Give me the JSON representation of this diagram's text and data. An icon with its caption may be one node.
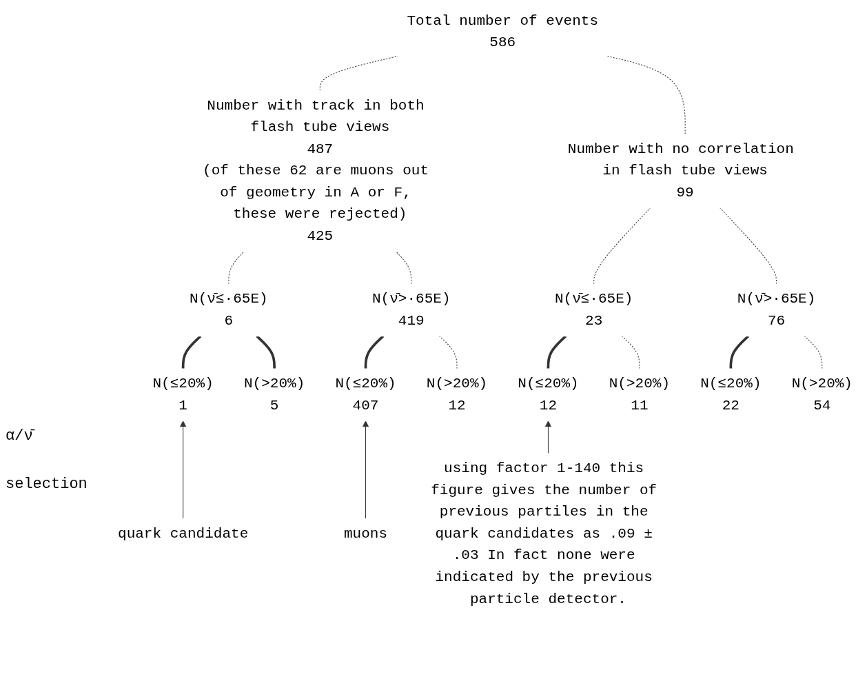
{
  "diagram": {
    "nodes": [
      {
        "text": [
          "Total number of events",
          "586"
        ]
      },
      {
        "text": [
          "Number with track in both flash tube views",
          "487",
          "(of these 62 are muons out of geometry in A or F, these were rejected)",
          "425"
        ]
      },
      {
        "text": [
          "Number with no correlation in flash tube views",
          "99"
        ]
      },
      {
        "text": [
          "N(ν̄≤·65E)",
          "6"
        ]
      },
      {
        "text": [
          "N(ν̄>·65E)",
          "419"
        ]
      },
      {
        "text": [
          "N(ν̄≤·65E)",
          "23"
        ]
      },
      {
        "text": [
          "N(ν̄>·65E)",
          "76"
        ]
      },
      {
        "text": [
          "N(≤20%)",
          "1"
        ]
      },
      {
        "text": [
          "N(>20%)",
          "5"
        ]
      },
      {
        "text": [
          "N(≤20%)",
          "407"
        ]
      },
      {
        "text": [
          "N(>20%)",
          "12"
        ]
      },
      {
        "text": [
          "N(≤20%)",
          "12"
        ]
      },
      {
        "text": [
          "N(>20%)",
          "11"
        ]
      },
      {
        "text": [
          "N(≤20%)",
          "22"
        ]
      },
      {
        "text": [
          "N(>20%)",
          "54"
        ]
      },
      {
        "text": [
          "quark candidate"
        ]
      },
      {
        "text": [
          "muons"
        ]
      },
      {
        "text": [
          "using factor 1-140 this figure gives the number of previous partiles in the quark candidates as .09 ± .03 In fact none were indicated by the previous particle detector."
        ]
      }
    ],
    "edges": [
      {
        "from": 0,
        "to": 1,
        "arrow": "none",
        "style": "dashed"
      },
      {
        "from": 0,
        "to": 2,
        "arrow": "none",
        "style": "dashed"
      },
      {
        "from": 1,
        "to": 3,
        "arrow": "none",
        "style": "dashed"
      },
      {
        "from": 1,
        "to": 4,
        "arrow": "none",
        "style": "dashed"
      },
      {
        "from": 2,
        "to": 5,
        "arrow": "none",
        "style": "dashed"
      },
      {
        "from": 2,
        "to": 6,
        "arrow": "none",
        "style": "dashed"
      },
      {
        "from": 3,
        "to": 7,
        "arrow": "none",
        "style": "thick"
      },
      {
        "from": 3,
        "to": 8,
        "arrow": "none",
        "style": "thick"
      },
      {
        "from": 4,
        "to": 9,
        "arrow": "none",
        "style": "thick"
      },
      {
        "from": 4,
        "to": 10,
        "arrow": "none",
        "style": "dashed"
      },
      {
        "from": 5,
        "to": 11,
        "arrow": "none",
        "style": "thick"
      },
      {
        "from": 5,
        "to": 12,
        "arrow": "none",
        "style": "dashed"
      },
      {
        "from": 6,
        "to": 13,
        "arrow": "none",
        "style": "thick"
      },
      {
        "from": 6,
        "to": 14,
        "arrow": "none",
        "style": "dashed"
      },
      {
        "from": 15,
        "to": 7,
        "arrow": "to"
      },
      {
        "from": 16,
        "to": 9,
        "arrow": "to"
      },
      {
        "from": 17,
        "to": 11,
        "arrow": "to"
      }
    ],
    "labels": [
      "α/ν̄",
      "selection"
    ]
  }
}
